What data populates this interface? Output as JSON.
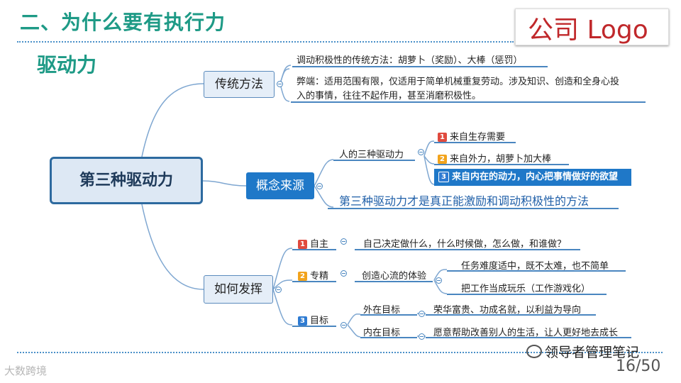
{
  "header": {
    "title": "二、为什么要有执行力",
    "logo": "公司 Logo",
    "subtitle": "驱动力"
  },
  "mindmap": {
    "root": "第三种驱动力",
    "traditional": {
      "label": "传统方法",
      "method": "调动积极性的传统方法：胡萝卜（奖励）、大棒（惩罚）",
      "drawback_line1": "弊端：适用范围有限，仅适用于简单机械重复劳动。涉及知识、创造和全身心投",
      "drawback_line2": "入的事情，往往不起作用，甚至消磨积极性。"
    },
    "concept": {
      "label": "概念来源",
      "three_drives": "人的三种驱动力",
      "drive1": "来自生存需要",
      "drive2": "来自外力，胡萝卜加大棒",
      "drive3": "来自内在的动力，内心把事情做好的欲望",
      "conclusion": "第三种驱动力才是真正能激励和调动积极性的方法"
    },
    "apply": {
      "label": "如何发挥",
      "autonomy": "自主",
      "autonomy_desc": "自己决定做什么，什么时候做，怎么做，和谁做？",
      "mastery": "专精",
      "mastery_desc": "创造心流的体验",
      "flow1": "任务难度适中，既不太难，也不简单",
      "flow2": "把工作当成玩乐（工作游戏化）",
      "purpose": "目标",
      "external": "外在目标",
      "external_desc": "荣华富贵、功成名就，以利益为导向",
      "internal": "内在目标",
      "internal_desc": "愿意帮助改善别人的生活，让人更好地去成长"
    },
    "badges": {
      "one": "1",
      "two": "2",
      "three": "3"
    }
  },
  "footer": {
    "page_number": "16/50",
    "watermark_left": "大数跨境",
    "watermark_right": "领导者管理笔记"
  },
  "colors": {
    "accent": "#1e9a86",
    "branch": "#4a86c0",
    "highlight": "#1f78c8",
    "logo": "#c0282b"
  }
}
